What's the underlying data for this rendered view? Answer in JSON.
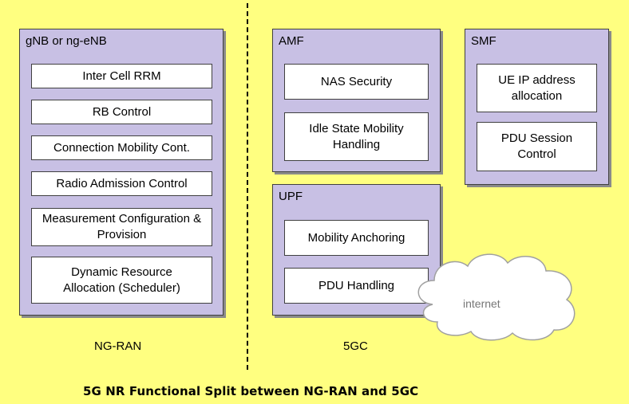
{
  "diagram": {
    "caption": "5G NR Functional Split between NG-RAN and 5GC",
    "sections": {
      "left_label": "NG-RAN",
      "right_label": "5GC"
    },
    "nodes": {
      "gnb": {
        "title": "gNB or ng-eNB",
        "functions": [
          "Inter Cell RRM",
          "RB Control",
          "Connection Mobility Cont.",
          "Radio Admission Control",
          "Measurement Configuration & Provision",
          "Dynamic Resource Allocation (Scheduler)"
        ]
      },
      "amf": {
        "title": "AMF",
        "functions": [
          "NAS Security",
          "Idle State Mobility Handling"
        ]
      },
      "smf": {
        "title": "SMF",
        "functions": [
          "UE IP address allocation",
          "PDU Session Control"
        ]
      },
      "upf": {
        "title": "UPF",
        "functions": [
          "Mobility Anchoring",
          "PDU Handling"
        ]
      },
      "internet": {
        "label": "internet"
      }
    },
    "colors": {
      "background": "#ffff80",
      "node_fill": "#c8c0e4",
      "function_fill": "#ffffff",
      "cloud_fill": "#ffffff"
    }
  }
}
